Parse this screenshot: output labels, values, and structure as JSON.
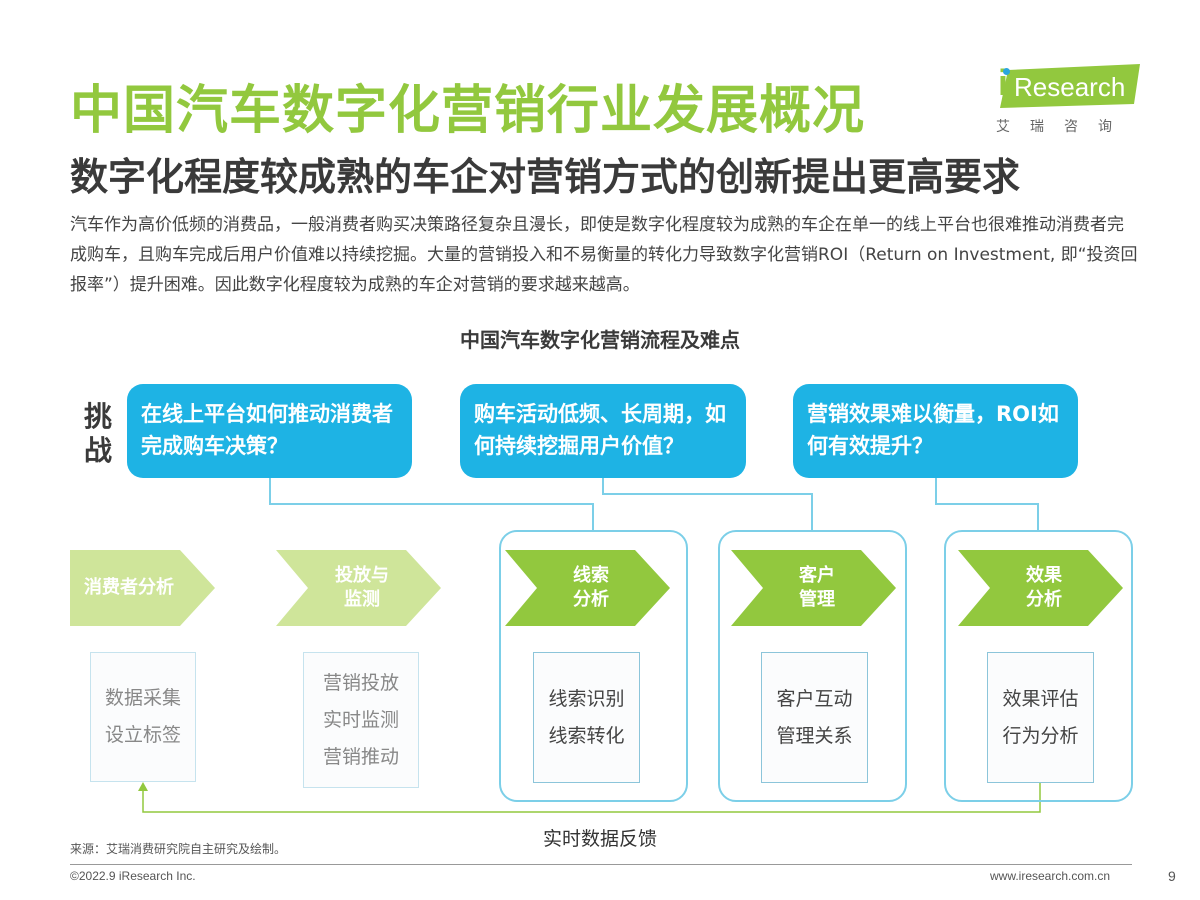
{
  "header": {
    "title": "中国汽车数字化营销行业发展概况",
    "subtitle": "数字化程度较成熟的车企对营销方式的创新提出更高要求",
    "intro": "汽车作为高价低频的消费品，一般消费者购买决策路径复杂且漫长，即使是数字化程度较为成熟的车企在单一的线上平台也很难推动消费者完成购车，且购车完成后用户价值难以持续挖掘。大量的营销投入和不易衡量的转化力导致数字化营销ROI（Return on Investment, 即“投资回报率”）提升困难。因此数字化程度较为成熟的车企对营销的要求越来越高。"
  },
  "logo": {
    "i": "i",
    "text": "Research",
    "cn": "艾瑞咨询",
    "colors": {
      "green": "#92c83e",
      "blue_dot": "#2ba6de"
    }
  },
  "diagram": {
    "title": "中国汽车数字化营销流程及难点",
    "challenge_label": "挑战",
    "challenges": [
      "在线上平台如何推动消费者完成购车决策？",
      "购车活动低频、长周期，如何持续挖掘用户价值？",
      "营销效果难以衡量，ROI如何有效提升？"
    ],
    "stages": [
      {
        "name": "消费者分析",
        "items": [
          "数据采集",
          "设立标签"
        ]
      },
      {
        "name": "投放与监测",
        "line1": "投放与",
        "line2": "监测",
        "items": [
          "营销投放",
          "实时监测",
          "营销推动"
        ]
      },
      {
        "name": "线索分析",
        "line1": "线索",
        "line2": "分析",
        "items": [
          "线索识别",
          "线索转化"
        ]
      },
      {
        "name": "客户管理",
        "line1": "客户",
        "line2": "管理",
        "items": [
          "客户互动",
          "管理关系"
        ]
      },
      {
        "name": "效果分析",
        "line1": "效果",
        "line2": "分析",
        "items": [
          "效果评估",
          "行为分析"
        ]
      }
    ],
    "feedback_label": "实时数据反馈",
    "colors": {
      "challenge_blue": "#1eb3e4",
      "frame_blue": "#7ccfe8",
      "arrow_light": "#cfe59a",
      "arrow_mid": "#b6d95d",
      "arrow_dark": "#92c83e",
      "feedback_line": "#92c83e"
    }
  },
  "footer": {
    "source": "来源：艾瑞消费研究院自主研究及绘制。",
    "copyright": "©2022.9 iResearch Inc.",
    "site": "www.iresearch.com.cn",
    "page": "9"
  }
}
